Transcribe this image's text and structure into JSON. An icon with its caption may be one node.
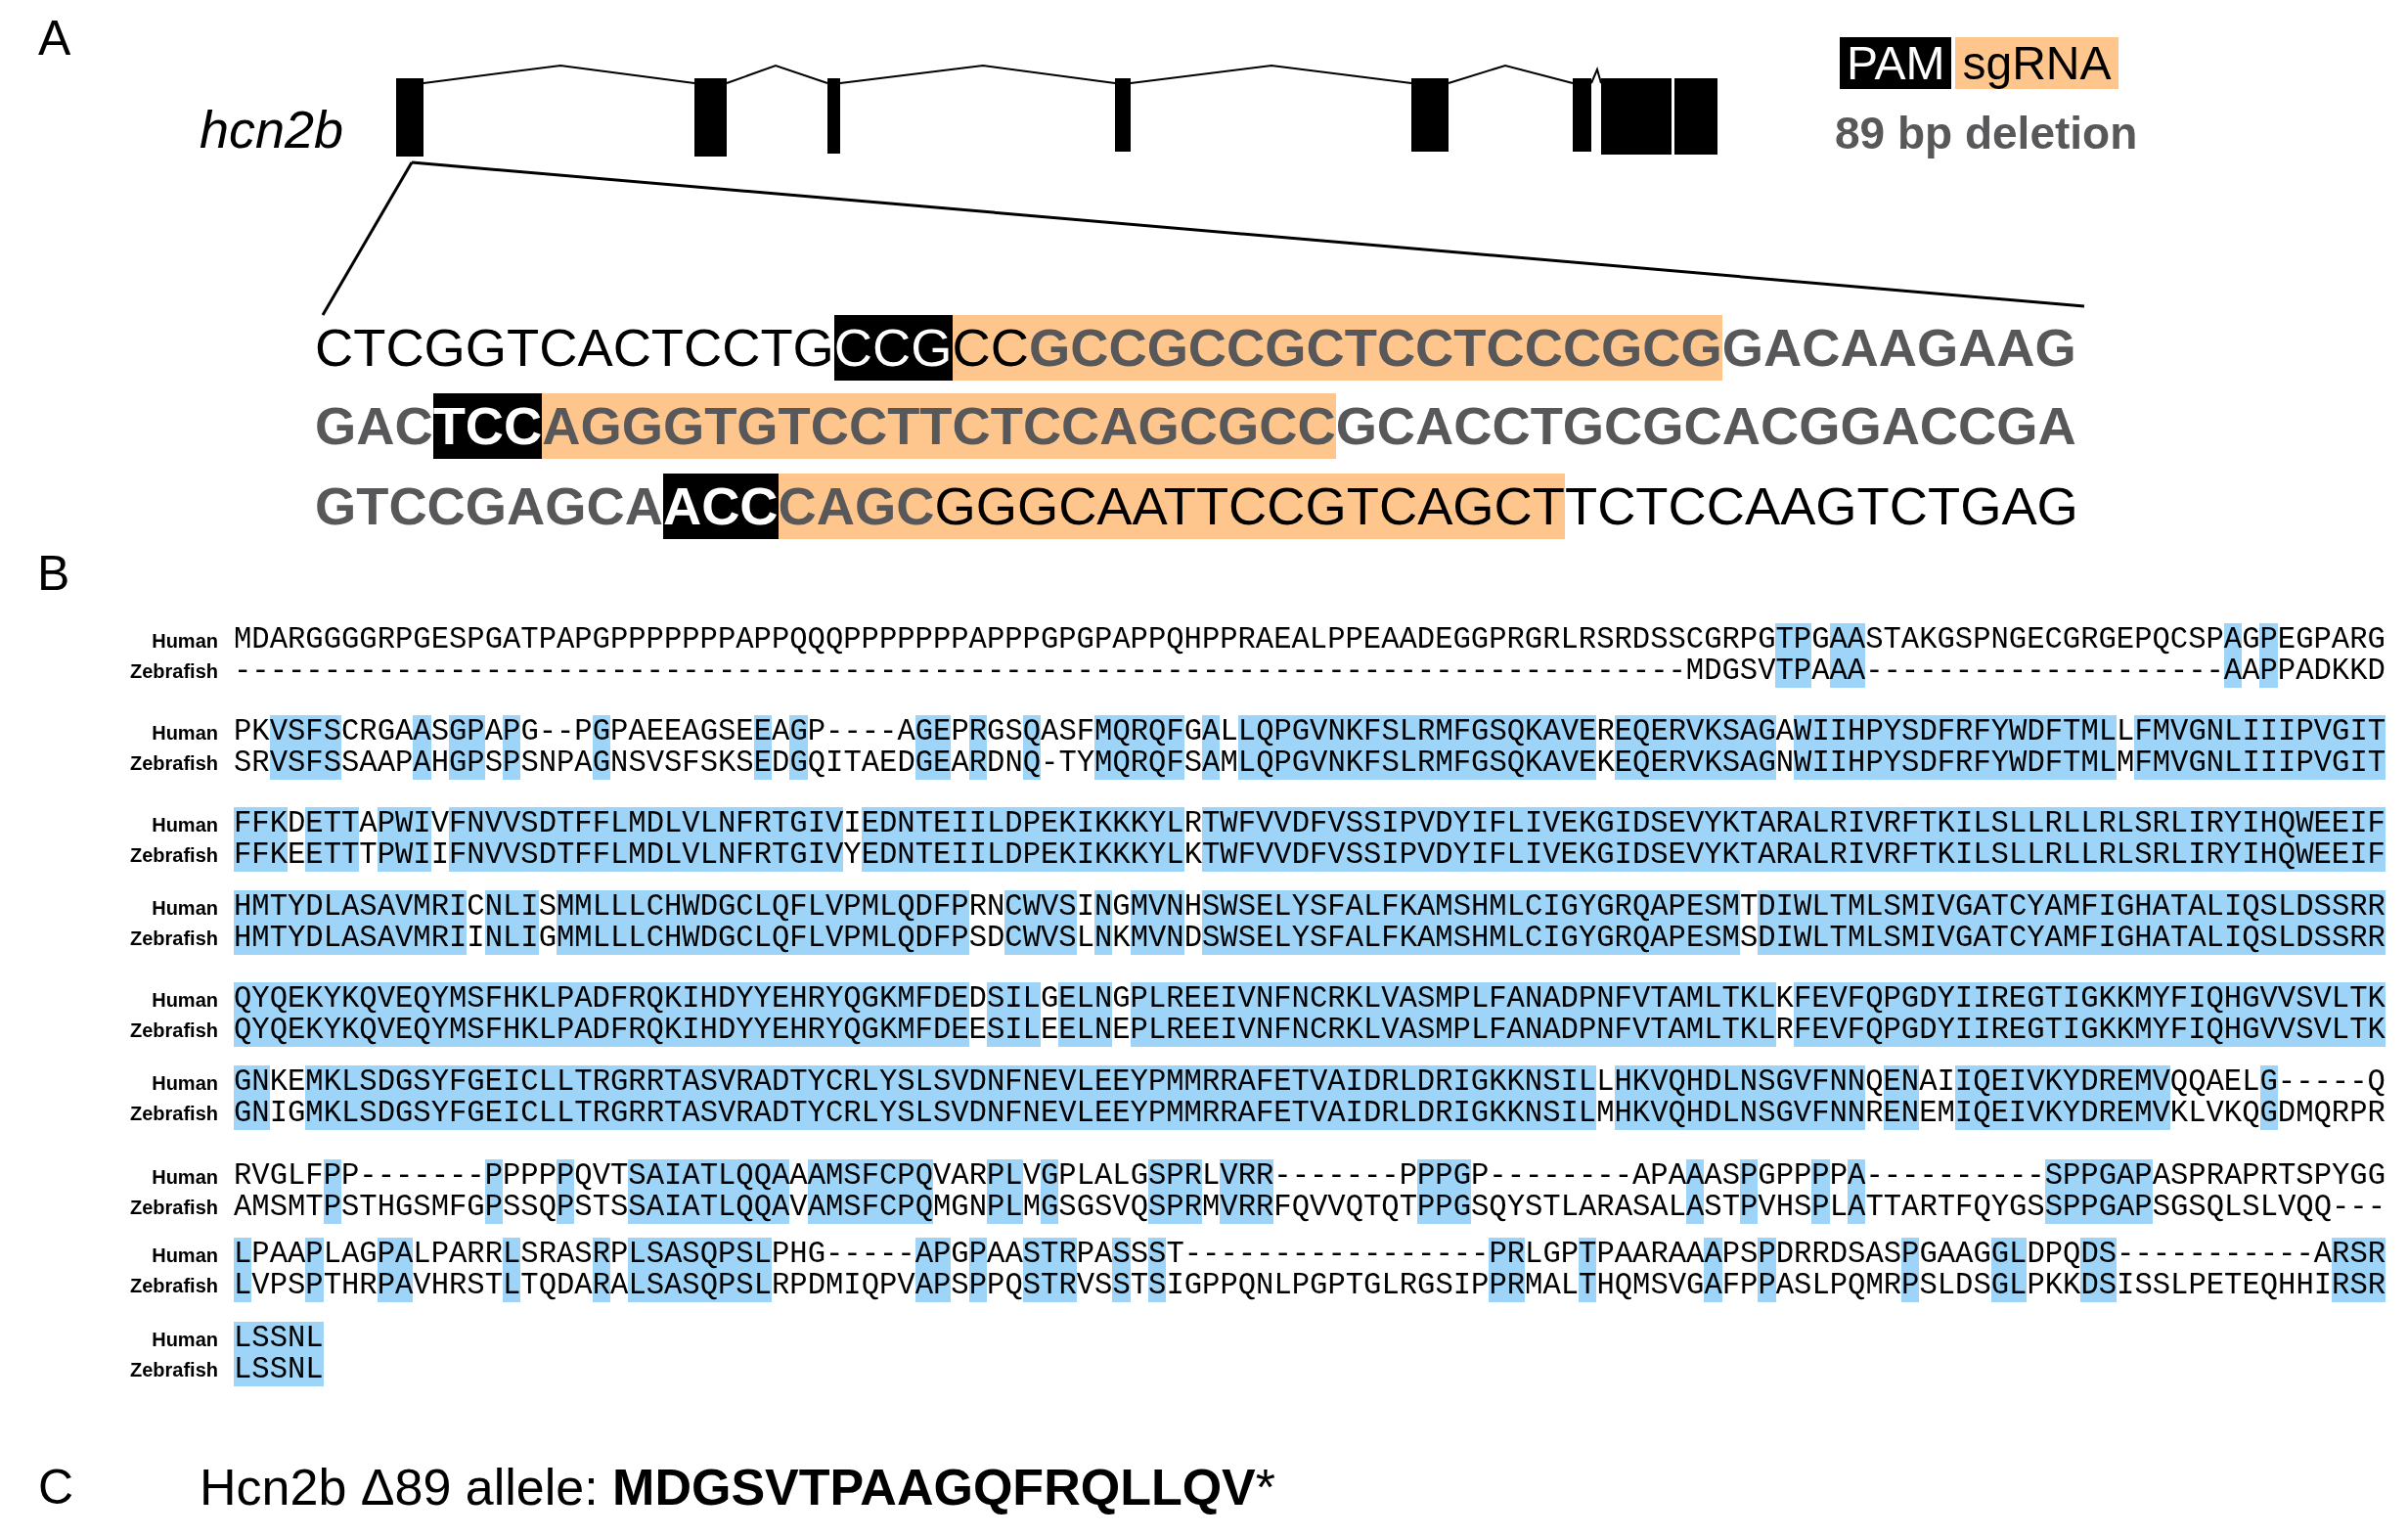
{
  "diagram": {
    "labels": [
      "A",
      "hcn2b",
      "CTCGGTCACTCCTGCCGCC**GCCGCCGCTCCTCCCGCGGACAAGAAG**",
      "GACTCCAGGGTGTCCTTCTCCAGCGCCGCACCTGCGCACGGACCGA",
      "**GTCCGAGCAACCCAGC**GGGCAATTCCGTCAGCTTCTCCAAGTCTGAG",
      "B",
      "Human",
      "MDARGGGGRPGESPGATPAPGPPPPPPPAPPQQQPPPPPPPAPPPGPGPAPPQHPPRAEALPPEAADEGGPRGRLRSRDSSCGRPGTPGAASTAKGSPNGECGRGEPQCSPAGPEGPARG",
      "Zebrafish",
      "---------------------------------------------------------------------------------MDGSVTPAAA--------------------AAPPADKKD",
      "Human",
      "PKVSFSCRGAASGPAPG--PGPAEEAGSEEAGP----AGEPRGSQASFMQRQFGALLQPGVNKFSLRMFGSQKAVEREQERVKSAGAWIIHPYSDFRFYWDFTMLLFMVGNLIIIPVGIT",
      "Zebrafish",
      "SRVSFSSAAPAHGPSPSNPAGNSVSFSKSEDGQITAEDGEARDNQ-TYMQRQFSAMLQPGVNKFSLRMFGSQKAVEKEQERVKSAGNWIIHPYSDFRFYWDFTMLMFMVGNLIIIPVGIT",
      "Human",
      "FFKDETTAPWIVFNVVSDTFFLMDLVLNFRTGIVIEDNTEIILDPEKIKKKYLRTWFVVDFVSSIPVDYIFLIVEKGIDSEVYKTARALRIVRFTKILSLLRLLRLSRLIRYIHQWEEIF",
      "Zebrafish",
      "FFKEETTTPWIIFNVVSDTFFLMDLVLNFRTGIVYEDNTEIILDPEKIKKKYLKTWFVVDFVSSIPVDYIFLIVEKGIDSEVYKTARALRIVRFTKILSLLRLLRLSRLIRYIHQWEEIF",
      "Human",
      "HMTYDLASAVMRICNLISMMLLLCHWDGCLQFLVPMLQDFPRNCWVSINGMVNHSWSELYSFALFKAMSHMLCIGYGRQAPESMTDIWLTMLSMIVGATCYAMFIGHATALIQSLDSSRR",
      "Zebrafish",
      "HMTYDLASAVMRIINLIGMMLLLCHWDGCLQFLVPMLQDFPSDCWVSLNKMVNDSWSELYSFALFKAMSHMLCIGYGRQAPESMSDIWLTMLSMIVGATCYAMFIGHATALIQSLDSSRR",
      "Human",
      "QYQEKYKQVEQYMSFHKLPADFRQKIHDYYEHRYQGKMFDEDSILGELNGPLREEIVNFNCRKLVASMPLFANADPNFVTAMLTKLKFEVFQPGDYIIREGTIGKKMYFIQHGVVSVLTK",
      "Zebrafish",
      "QYQEKYKQVEQYMSFHKLPADFRQKIHDYYEHRYQGKMFDEESILEELNEPLREEIVNFNCRKLVASMPLFANADPNFVTAMLTKLRFEVFQPGDYIIREGTIGKKMYFIQHGVVSVLTK",
      "Human",
      "GNKEMKLSDGSYFGEICLLTRGRRTASVRADTYCRLYSLSVDNFNEVLEEYPMMRRAFETVAIDRLDRIGKKNSILLHKVQHDLNSGVFNNQENAIIQEIVKYDREMVQQAELG-----Q",
      "Zebrafish",
      "GNIGMKLSDGSYFGEICLLTRGRRTASVRADTYCRLYSLSVDNFNEVLEEYPMMRRAFETVAIDRLDRIGKKNSILMHKVQHDLNSGVFNNRENEMIQEIVKYDREMVKLVKQGDMQRPR",
      "Human",
      "RVGLFPP-------PPPPPQVTSAIATLQQAAAMSFCPQVARPLVGPLALGSPRLVRR-------PPPGP--------APAAASPGPPPPA----------SPPGAPASPRAPRTSPYGG",
      "Zebrafish",
      "AMSMTPSTHGSMFGPSSQPSTSSAIATLQQAVAMSFCPQMGNPLMGSGSVQSPRMVRRFQVVQTQTPPGSQYSTLARASALASTPVHSPLATTARTFQYGSSPPGAPSGSQLSLVQQ---",
      "Human",
      "LPAAPLAGPALPARRLSRASRPLSASQPSLPHG-----APGPAASTRPASSST-----------------PRLGPTPAARAAAPSPDRRDSASPGAAGGLDPQDS-----------ARSR",
      "Zebrafish",
      "LVPSPTHRPAVHRSTLTQDARALSASQPSLRPDMIQPVAPSPPQSTRVSSTSIGPPQNLPGPTGLRGSIPPRMALTHQMSVGAFPPASLPQMRPSLDSGLPKKDSISSLPETEQHHIRSR",
      "Human",
      "LSSNL",
      "Zebrafish",
      "LSSNL",
      "C",
      "Hcn2b Δ89 allele: **MDGSVTPAAGQFRQLLQV***"
    ],
    "legend": [
      {
        "text": "PAM",
        "color": "#000000"
      },
      {
        "text": "sgRNA",
        "color": "#fec68c"
      },
      {
        "text": "89 bp deletion",
        "color": "#58585a"
      }
    ]
  }
}
